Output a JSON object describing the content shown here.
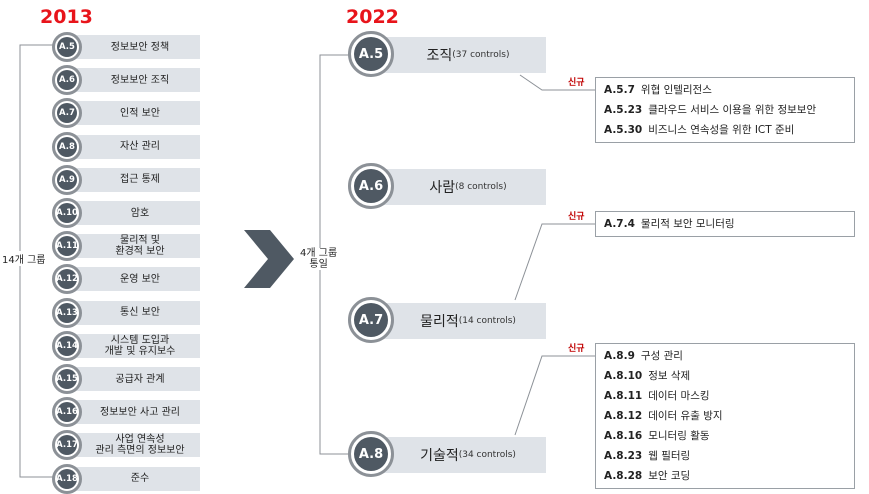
{
  "years": {
    "left": "2013",
    "right": "2022"
  },
  "group_label_2013": "14개 그룹",
  "merge_label": [
    "4개 그룹",
    "통일"
  ],
  "new_tag": "신규",
  "colors": {
    "year": "#e8141b",
    "circle": "#4f5963",
    "ring": "#8c9197",
    "label_bg": "#dfe3e8",
    "new": "#c00000"
  },
  "items2013": [
    {
      "code": "A.5",
      "label": "정보보안 정책"
    },
    {
      "code": "A.6",
      "label": "정보보안 조직"
    },
    {
      "code": "A.7",
      "label": "인적 보안"
    },
    {
      "code": "A.8",
      "label": "자산 관리"
    },
    {
      "code": "A.9",
      "label": "접근 통제"
    },
    {
      "code": "A.10",
      "label": "암호"
    },
    {
      "code": "A.11",
      "label": "물리적 및\n환경적 보안"
    },
    {
      "code": "A.12",
      "label": "운영 보안"
    },
    {
      "code": "A.13",
      "label": "통신 보안"
    },
    {
      "code": "A.14",
      "label": "시스템 도입과\n개발 및 유지보수"
    },
    {
      "code": "A.15",
      "label": "공급자 관계"
    },
    {
      "code": "A.16",
      "label": "정보보안 사고 관리"
    },
    {
      "code": "A.17",
      "label": "사업 연속성\n관리 측면의 정보보안"
    },
    {
      "code": "A.18",
      "label": "준수"
    }
  ],
  "items2022": [
    {
      "code": "A.5",
      "name": "조직",
      "controls": "(37 controls)"
    },
    {
      "code": "A.6",
      "name": "사람",
      "controls": "(8 controls)"
    },
    {
      "code": "A.7",
      "name": "물리적",
      "controls": "(14 controls)"
    },
    {
      "code": "A.8",
      "name": "기술적",
      "controls": "(34 controls)"
    }
  ],
  "new_controls": [
    {
      "items": [
        {
          "code": "A.5.7",
          "label": "위협 인텔리전스"
        },
        {
          "code": "A.5.23",
          "label": "클라우드 서비스 이용을 위한 정보보안"
        },
        {
          "code": "A.5.30",
          "label": "비즈니스 연속성을 위한 ICT 준비"
        }
      ]
    },
    {
      "items": [
        {
          "code": "A.7.4",
          "label": "물리적 보안 모니터링"
        }
      ]
    },
    {
      "items": [
        {
          "code": "A.8.9",
          "label": "구성 관리"
        },
        {
          "code": "A.8.10",
          "label": "정보 삭제"
        },
        {
          "code": "A.8.11",
          "label": "데이터 마스킹"
        },
        {
          "code": "A.8.12",
          "label": "데이터 유출 방지"
        },
        {
          "code": "A.8.16",
          "label": "모니터링 활동"
        },
        {
          "code": "A.8.23",
          "label": "웹 필터링"
        },
        {
          "code": "A.8.28",
          "label": "보안 코딩"
        }
      ]
    }
  ]
}
